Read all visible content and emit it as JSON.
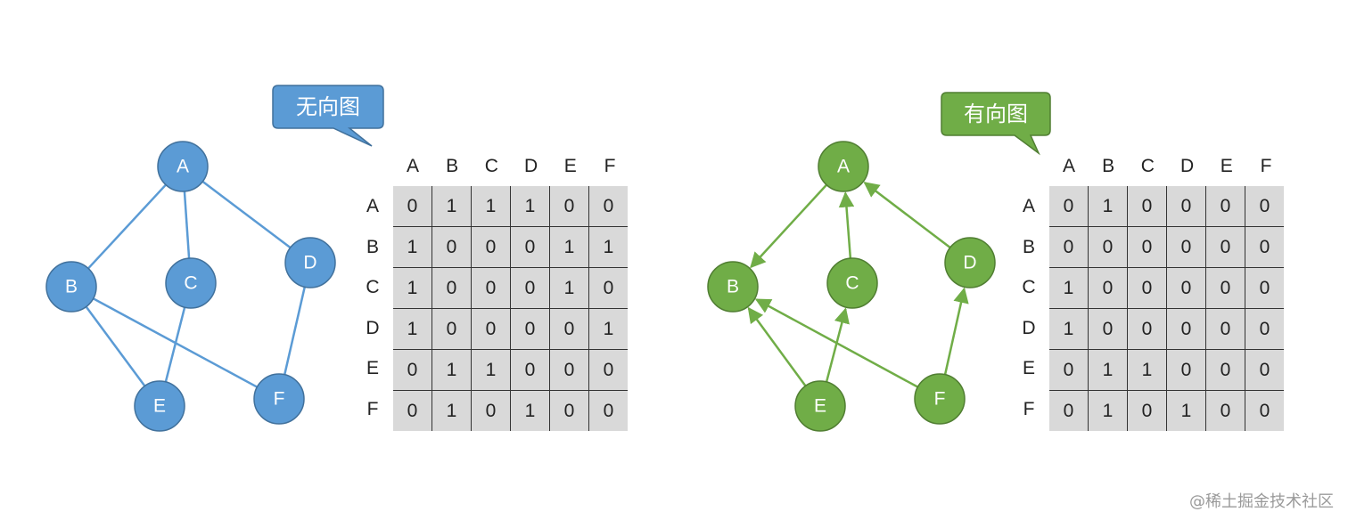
{
  "colors": {
    "undirected_fill": "#5b9bd5",
    "undirected_stroke": "#41719c",
    "directed_fill": "#70ad47",
    "directed_stroke": "#507e32",
    "matrix_bg": "#d9d9d9"
  },
  "undirected": {
    "callout": "无向图",
    "nodes": [
      "A",
      "B",
      "C",
      "D",
      "E",
      "F"
    ],
    "edges": [
      [
        "A",
        "B"
      ],
      [
        "A",
        "C"
      ],
      [
        "A",
        "D"
      ],
      [
        "B",
        "E"
      ],
      [
        "B",
        "F"
      ],
      [
        "C",
        "E"
      ],
      [
        "D",
        "F"
      ]
    ],
    "matrix": {
      "columns": [
        "A",
        "B",
        "C",
        "D",
        "E",
        "F"
      ],
      "rows": [
        {
          "label": "A",
          "values": [
            "0",
            "1",
            "1",
            "1",
            "0",
            "0"
          ]
        },
        {
          "label": "B",
          "values": [
            "1",
            "0",
            "0",
            "0",
            "1",
            "1"
          ]
        },
        {
          "label": "C",
          "values": [
            "1",
            "0",
            "0",
            "0",
            "1",
            "0"
          ]
        },
        {
          "label": "D",
          "values": [
            "1",
            "0",
            "0",
            "0",
            "0",
            "1"
          ]
        },
        {
          "label": "E",
          "values": [
            "0",
            "1",
            "1",
            "0",
            "0",
            "0"
          ]
        },
        {
          "label": "F",
          "values": [
            "0",
            "1",
            "0",
            "1",
            "0",
            "0"
          ]
        }
      ]
    }
  },
  "directed": {
    "callout": "有向图",
    "nodes": [
      "A",
      "B",
      "C",
      "D",
      "E",
      "F"
    ],
    "edges": [
      [
        "A",
        "B"
      ],
      [
        "C",
        "A"
      ],
      [
        "D",
        "A"
      ],
      [
        "E",
        "B"
      ],
      [
        "E",
        "C"
      ],
      [
        "F",
        "B"
      ],
      [
        "F",
        "D"
      ]
    ],
    "matrix": {
      "columns": [
        "A",
        "B",
        "C",
        "D",
        "E",
        "F"
      ],
      "rows": [
        {
          "label": "A",
          "values": [
            "0",
            "1",
            "0",
            "0",
            "0",
            "0"
          ]
        },
        {
          "label": "B",
          "values": [
            "0",
            "0",
            "0",
            "0",
            "0",
            "0"
          ]
        },
        {
          "label": "C",
          "values": [
            "1",
            "0",
            "0",
            "0",
            "0",
            "0"
          ]
        },
        {
          "label": "D",
          "values": [
            "1",
            "0",
            "0",
            "0",
            "0",
            "0"
          ]
        },
        {
          "label": "E",
          "values": [
            "0",
            "1",
            "1",
            "0",
            "0",
            "0"
          ]
        },
        {
          "label": "F",
          "values": [
            "0",
            "1",
            "0",
            "1",
            "0",
            "0"
          ]
        }
      ]
    }
  },
  "watermark": "@稀土掘金技术社区"
}
